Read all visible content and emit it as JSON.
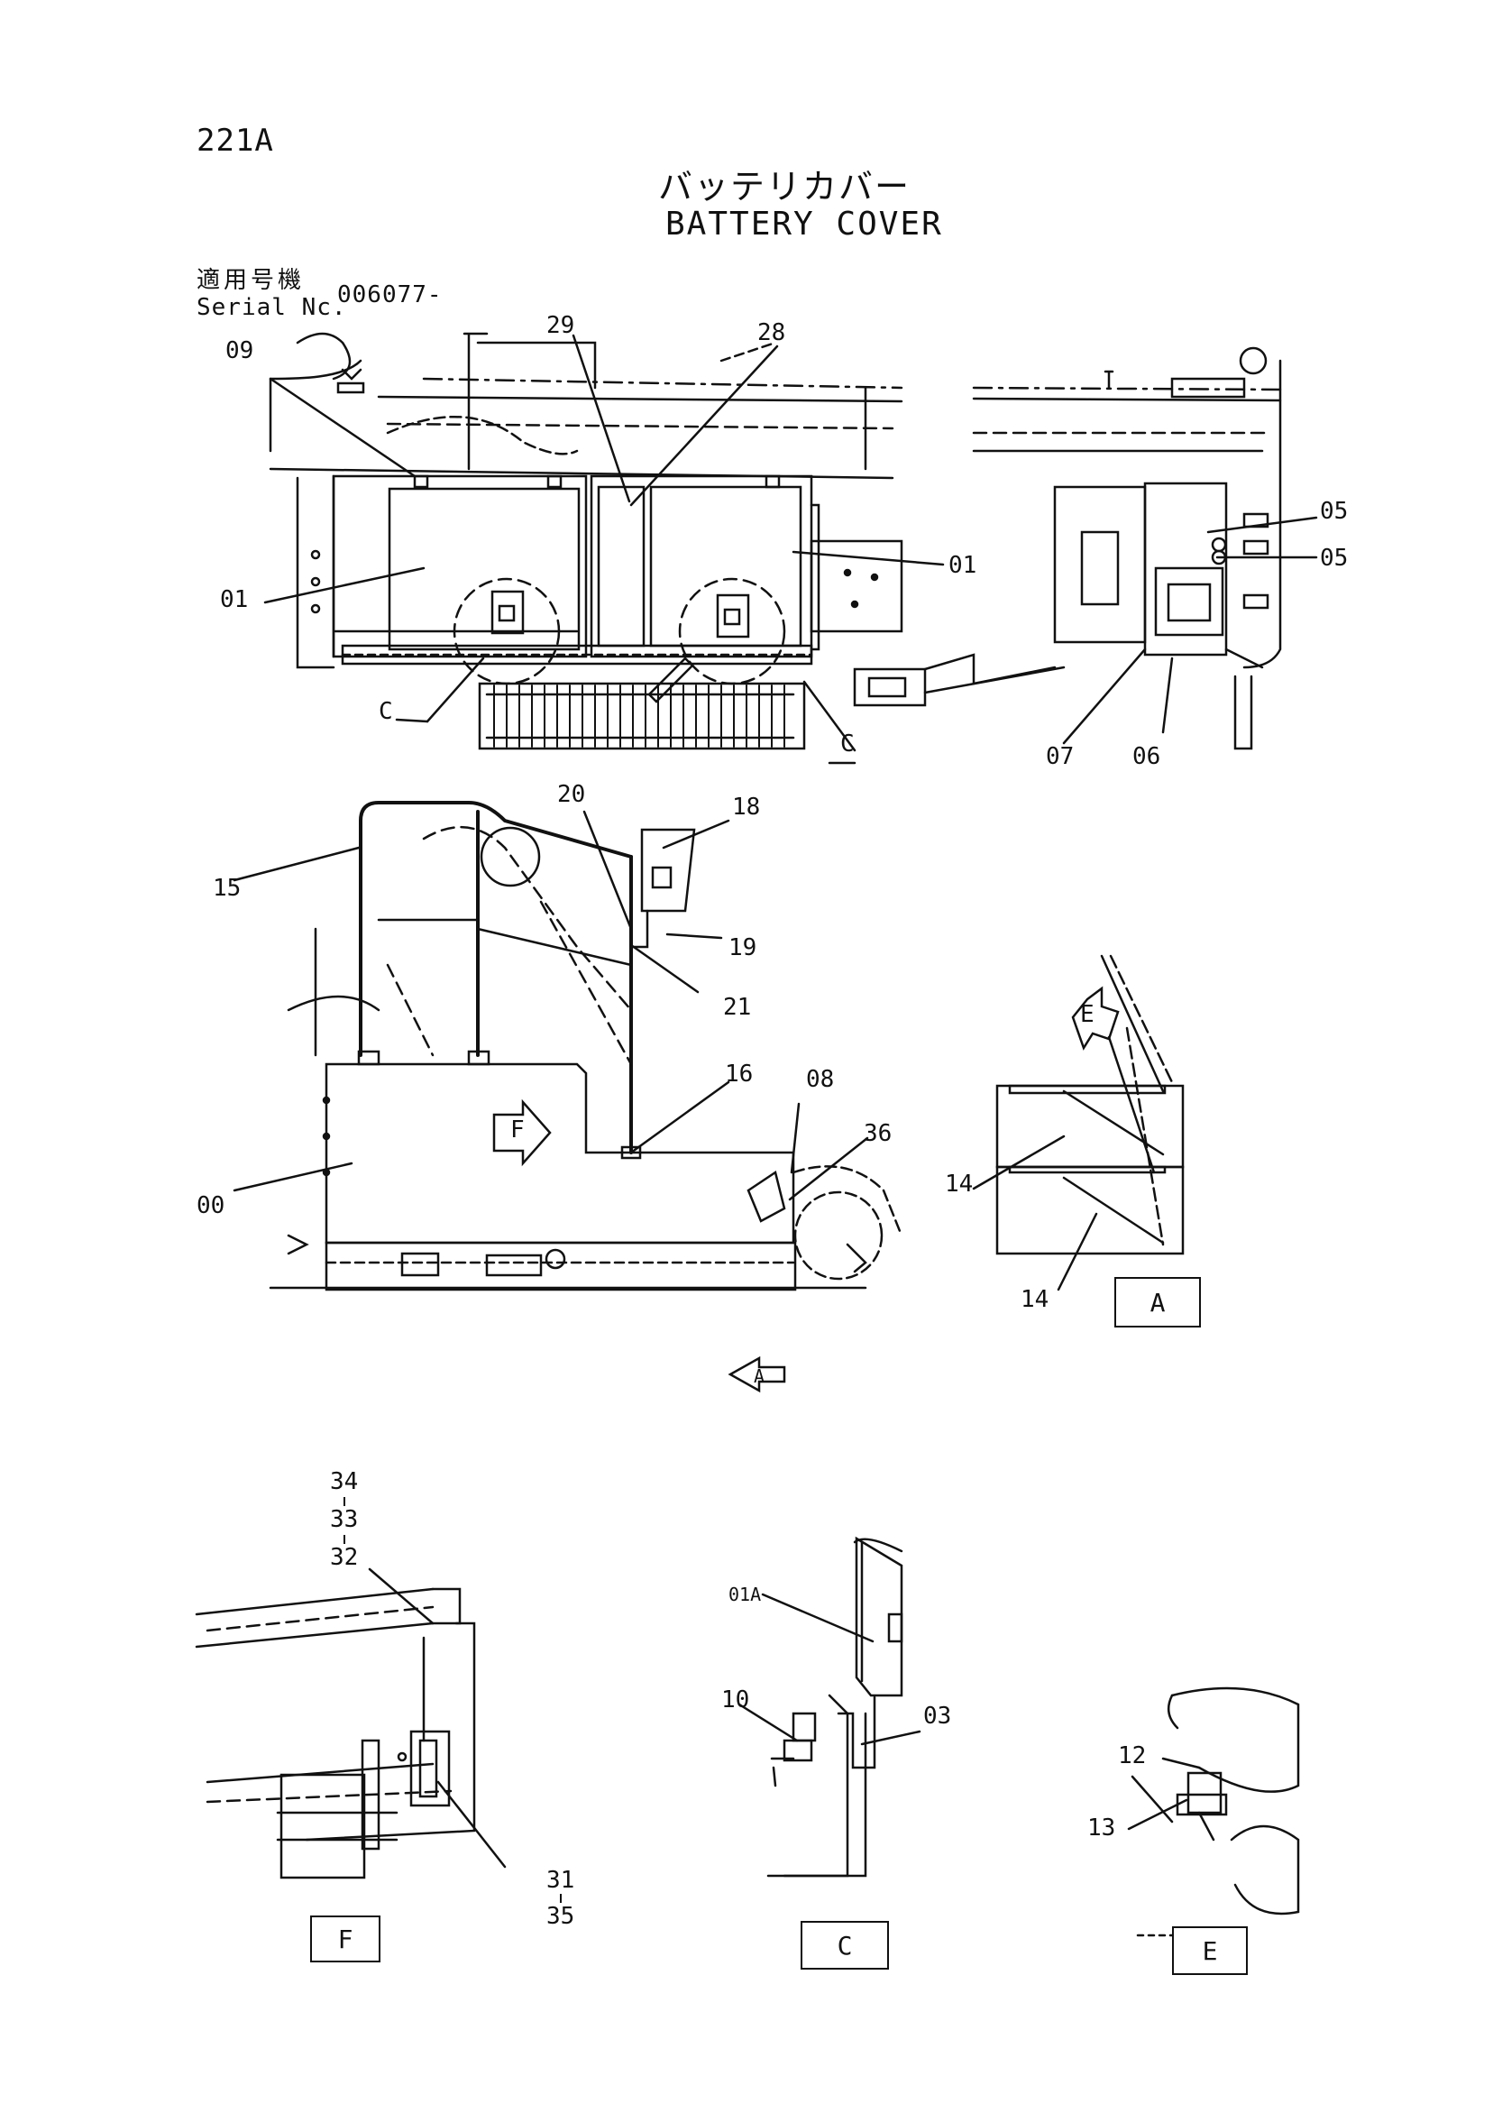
{
  "page_number": "221A",
  "title_jp": "バッテリカバー",
  "title_en": "BATTERY COVER",
  "serial": {
    "label_jp": "適用号機",
    "label_en": "Serial Nc.",
    "value": "006077-"
  },
  "callouts": {
    "c09": "09",
    "c29": "29",
    "c28": "28",
    "c01a": "01",
    "c01b": "01",
    "cC1": "C",
    "cC2": "C",
    "c05a": "05",
    "c05b": "05",
    "c07": "07",
    "c06": "06",
    "c20": "20",
    "c18": "18",
    "c15": "15",
    "c19": "19",
    "c21": "21",
    "c16": "16",
    "c08": "08",
    "c36": "36",
    "c00": "00",
    "c14a": "14",
    "c14b": "14",
    "c34": "34",
    "c33": "33",
    "c32": "32",
    "c31": "31",
    "c35": "35",
    "c01A": "01A",
    "c10": "10",
    "c03": "03",
    "c12": "12",
    "c13": "13"
  },
  "arrows": {
    "F": "F",
    "E": "E",
    "A": "A"
  },
  "views": {
    "A": "A",
    "F": "F",
    "C": "C",
    "E": "E"
  }
}
